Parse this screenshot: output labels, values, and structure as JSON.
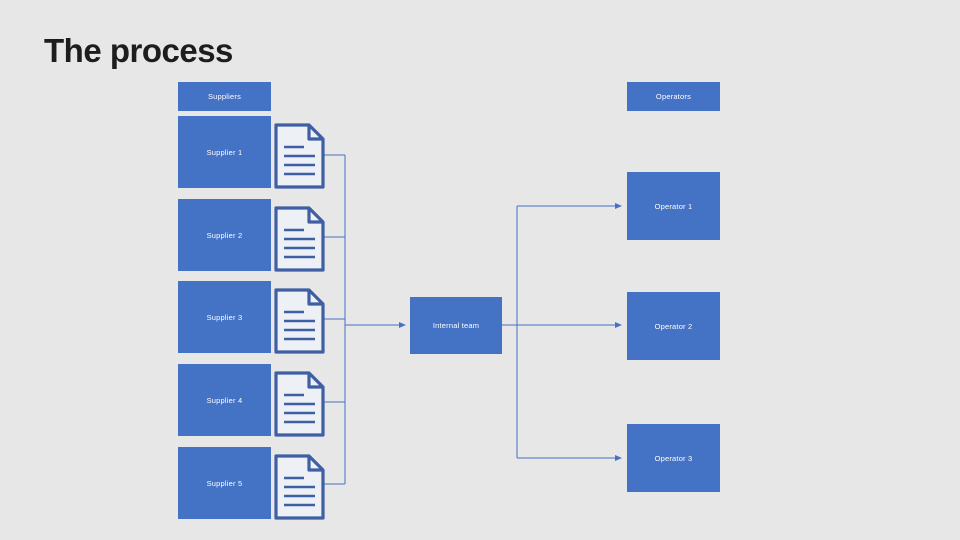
{
  "slide": {
    "title": "The process",
    "background_color": "#e7e7e7",
    "accent_color": "#4472c4",
    "connector_color": "#4472c4",
    "node_text_color": "#ffffff",
    "title_color": "#1d1d1d"
  },
  "columns": {
    "suppliers_header": "Suppliers",
    "operators_header": "Operators"
  },
  "suppliers": [
    {
      "label": "Supplier 1",
      "doc_icon": "document-icon"
    },
    {
      "label": "Supplier 2",
      "doc_icon": "document-icon"
    },
    {
      "label": "Supplier 3",
      "doc_icon": "document-icon"
    },
    {
      "label": "Supplier 4",
      "doc_icon": "document-icon"
    },
    {
      "label": "Supplier 5",
      "doc_icon": "document-icon"
    }
  ],
  "center": {
    "label": "Internal team"
  },
  "operators": [
    {
      "label": "Operator 1"
    },
    {
      "label": "Operator 2"
    },
    {
      "label": "Operator 3"
    }
  ]
}
